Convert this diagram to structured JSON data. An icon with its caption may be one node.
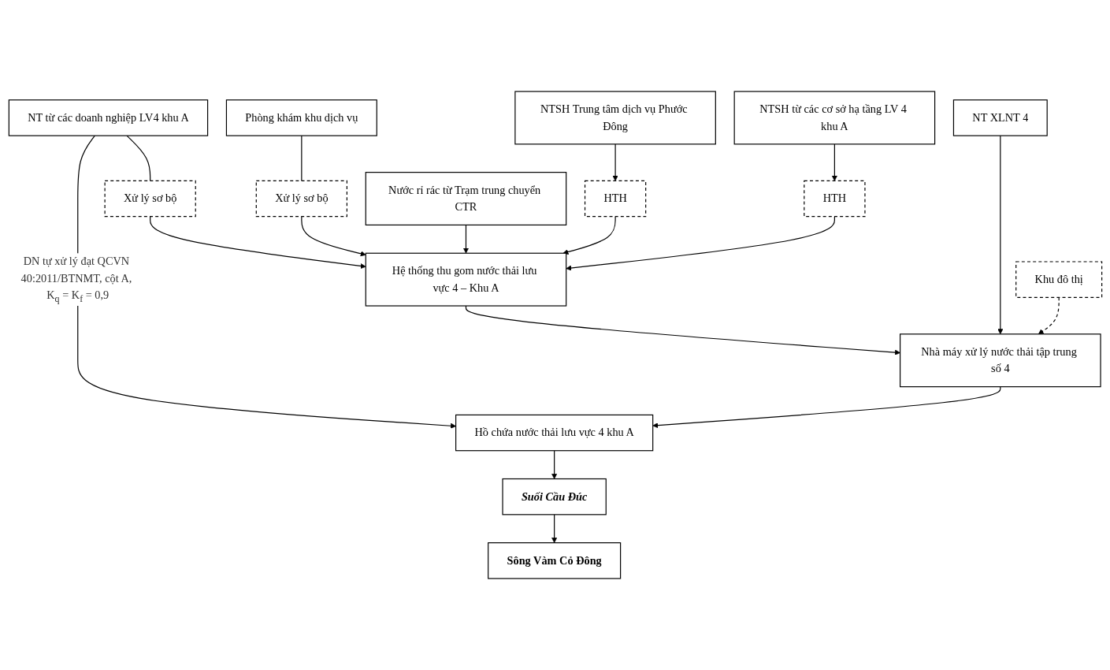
{
  "diagram": {
    "nodes": [
      {
        "text": [
          "NT từ các doanh nghiệp LV4 khu A"
        ]
      },
      {
        "text": [
          "Phòng khám khu dịch vụ"
        ]
      },
      {
        "text": [
          "Nước rỉ rác từ Trạm trung chuyển CTR"
        ]
      },
      {
        "text": [
          "NTSH Trung tâm dịch vụ Phước Đông"
        ]
      },
      {
        "text": [
          "NTSH từ các cơ sở hạ tầng LV 4 khu A"
        ]
      },
      {
        "text": [
          "NT XLNT 4"
        ]
      },
      {
        "text": [
          "Xử lý sơ bộ"
        ]
      },
      {
        "text": [
          "Xử lý sơ bộ"
        ]
      },
      {
        "text": [
          "HTH"
        ]
      },
      {
        "text": [
          "HTH"
        ]
      },
      {
        "text": [
          "Hệ thống thu gom nước thải lưu vực 4 – Khu A"
        ]
      },
      {
        "text": [
          "Nhà máy xử lý nước thải tập trung số 4"
        ]
      },
      {
        "text": [
          "Hồ chứa nước thải lưu vực 4 khu A"
        ]
      },
      {
        "text": [
          "Suối Cầu Đúc"
        ]
      },
      {
        "text": [
          "Sông Vàm Cỏ Đông"
        ]
      },
      {
        "text": [
          "Khu đô thị"
        ]
      }
    ],
    "edges": [
      {
        "from": 0,
        "to": 6,
        "arrow": "none"
      },
      {
        "from": 1,
        "to": 7,
        "arrow": "none"
      },
      {
        "from": 3,
        "to": 8,
        "arrow": "to"
      },
      {
        "from": 4,
        "to": 9,
        "arrow": "to"
      },
      {
        "from": 6,
        "to": 10,
        "arrow": "to"
      },
      {
        "from": 7,
        "to": 10,
        "arrow": "to"
      },
      {
        "from": 2,
        "to": 10,
        "arrow": "to"
      },
      {
        "from": 8,
        "to": 10,
        "arrow": "to"
      },
      {
        "from": 9,
        "to": 10,
        "arrow": "to"
      },
      {
        "from": 10,
        "to": 11,
        "arrow": "to"
      },
      {
        "from": 5,
        "to": 11,
        "arrow": "to"
      },
      {
        "from": 0,
        "to": 12,
        "arrow": "to",
        "label": "DN tự xử lý đạt QCVN 40:2011/BTNMT, cột A, K$_{q}$ = K$_{f}$ = 0,9"
      },
      {
        "from": 11,
        "to": 12,
        "arrow": "to"
      },
      {
        "from": 15,
        "to": 11,
        "arrow": "to",
        "style": "dashed"
      },
      {
        "from": 12,
        "to": 13,
        "arrow": "to"
      },
      {
        "from": 13,
        "to": 14,
        "arrow": "to"
      }
    ]
  }
}
